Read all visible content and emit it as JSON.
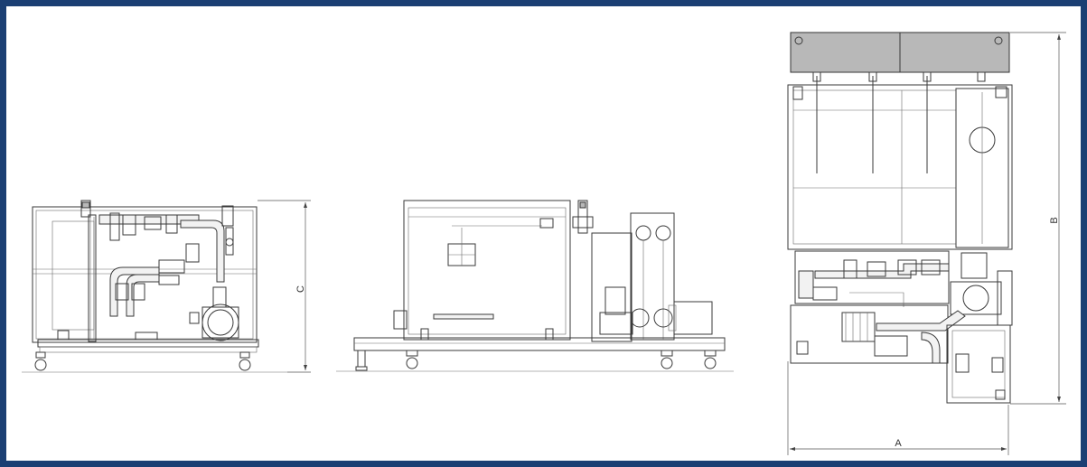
{
  "frame": {
    "border_color": "#1b3f73"
  },
  "dimensions": {
    "a": "A",
    "b": "B",
    "c": "C"
  },
  "views": [
    "front-view",
    "side-view",
    "top-view"
  ]
}
